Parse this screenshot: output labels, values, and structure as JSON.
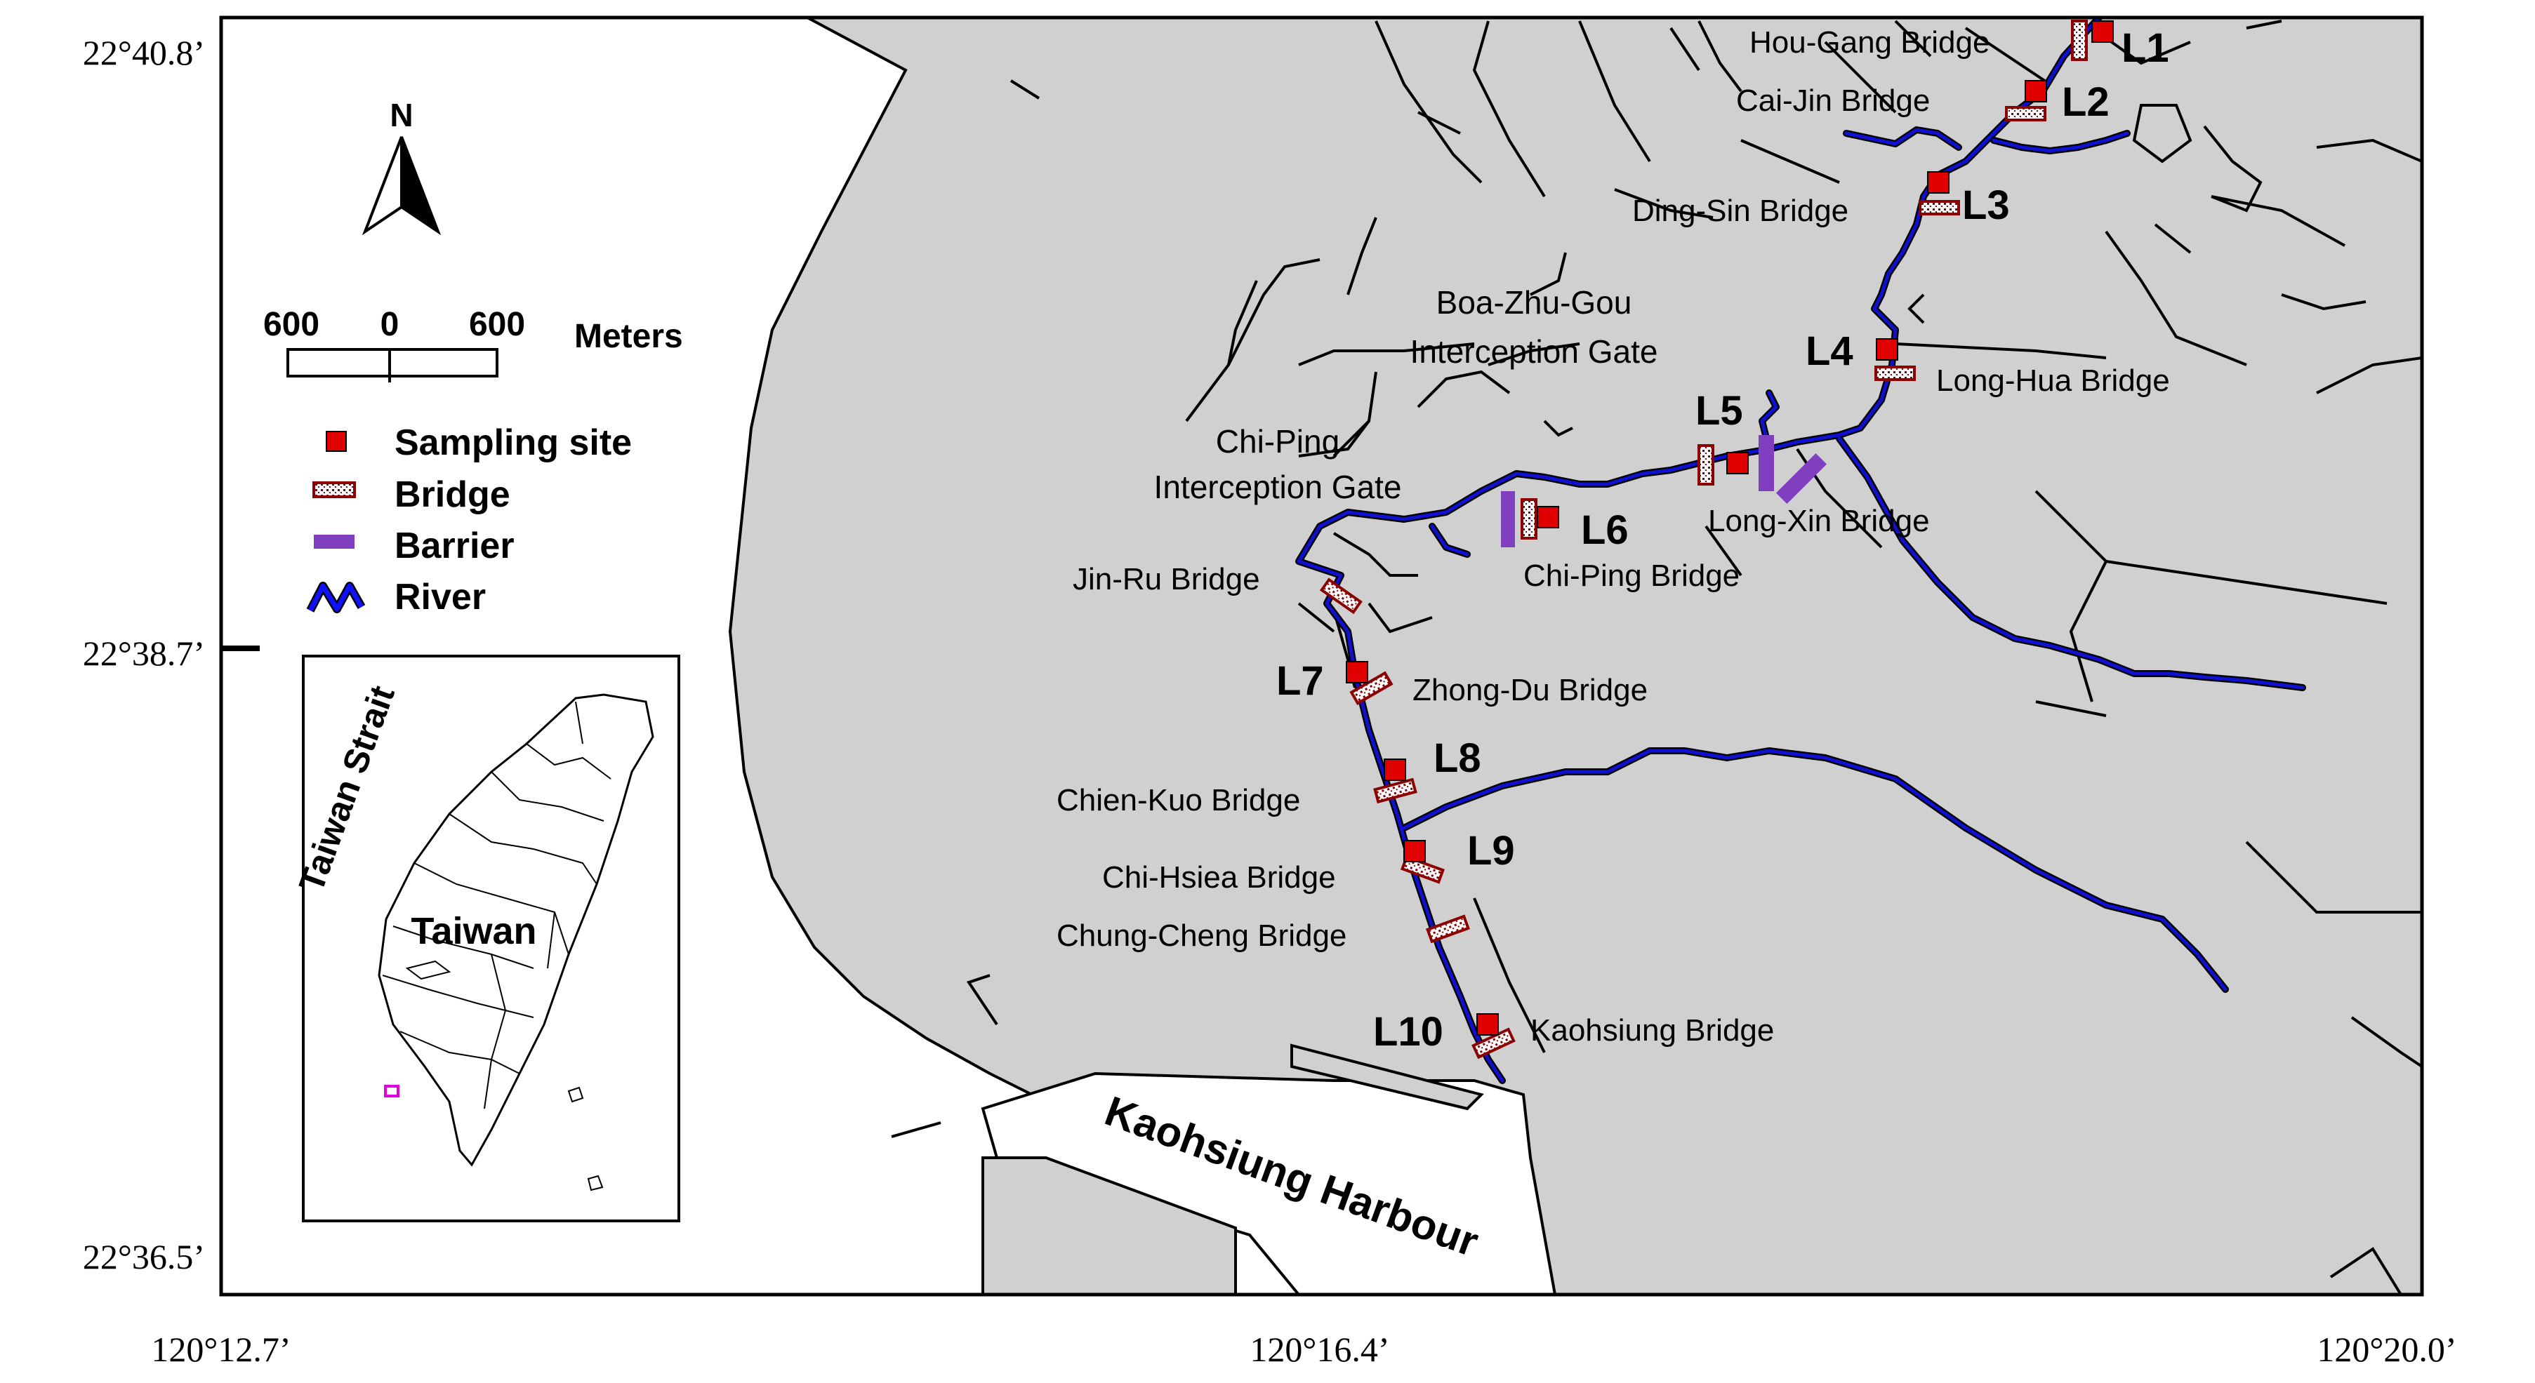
{
  "axes": {
    "lat_ticks": [
      "22°40.8’",
      "22°38.7’",
      "22°36.5’"
    ],
    "lon_ticks": [
      "120°12.7’",
      "120°16.4’",
      "120°20.0’"
    ]
  },
  "legend": {
    "north": "N",
    "scale_left": "600",
    "scale_mid": "0",
    "scale_right": "600",
    "scale_unit": "Meters",
    "items": [
      {
        "symbol": "sampling-site",
        "label": "Sampling site",
        "color": "#e00000"
      },
      {
        "symbol": "bridge",
        "label": "Bridge",
        "color": "#8b0000"
      },
      {
        "symbol": "barrier",
        "label": "Barrier",
        "color": "#7f3fbf"
      },
      {
        "symbol": "river",
        "label": "River",
        "color": "#0000ee"
      }
    ]
  },
  "inset": {
    "strait": "Taiwan Strait",
    "island": "Taiwan",
    "island_color": "#1414e6",
    "marker_color": "#e000e0"
  },
  "gates": {
    "label_color": "#7f3fbf",
    "boa_line1": "Boa-Zhu-Gou",
    "boa_line2": "Interception Gate",
    "chi_line1": "Chi-Ping",
    "chi_line2": "Interception Gate"
  },
  "harbour": "Kaohsiung Harbour",
  "sites": [
    "L1",
    "L2",
    "L3",
    "L4",
    "L5",
    "L6",
    "L7",
    "L8",
    "L9",
    "L10"
  ],
  "bridges": [
    "Hou-Gang Bridge",
    "Cai-Jin Bridge",
    "Ding-Sin Bridge",
    "Long-Hua Bridge",
    "Long-Xin Bridge",
    "Chi-Ping Bridge",
    "Jin-Ru Bridge",
    "Zhong-Du Bridge",
    "Chien-Kuo Bridge",
    "Chi-Hsiea Bridge",
    "Chung-Cheng Bridge",
    "Kaohsiung Bridge"
  ],
  "colors": {
    "land": "#d0d0d0",
    "river": "#1010d0",
    "site": "#e00000",
    "bridge": "#8b0000",
    "barrier": "#7f3fbf"
  }
}
